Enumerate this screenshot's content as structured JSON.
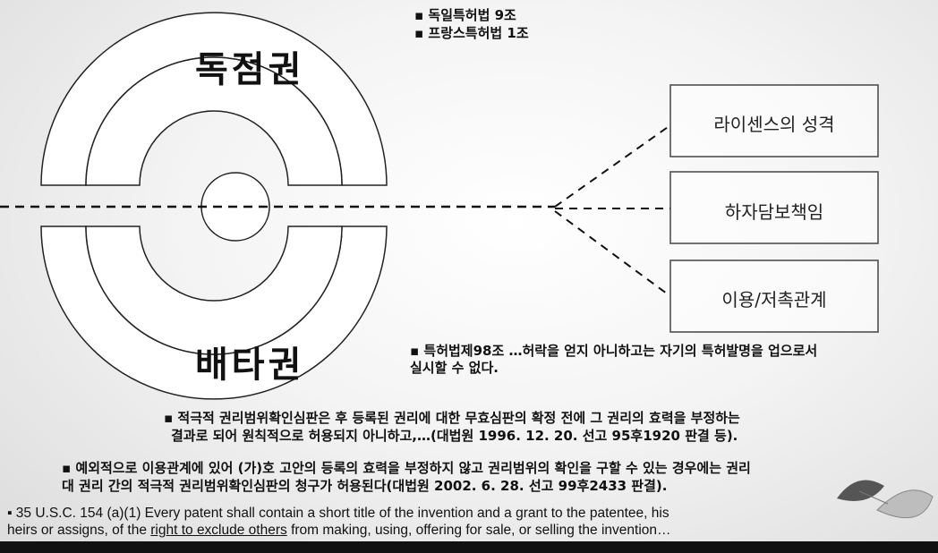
{
  "diagram": {
    "top_label": "독점권",
    "bottom_label": "배타권",
    "boxes": [
      {
        "label": "라이센스의 성격"
      },
      {
        "label": "하자담보책임"
      },
      {
        "label": "이용/저촉관계"
      }
    ]
  },
  "notes": {
    "top_bullets": [
      "▪ 독일특허법 9조",
      "▪ 프랑스특허법 1조"
    ],
    "art98_line1": "▪ 특허법제98조 …허락을 얻지 아니하고는 자기의 특허발명을 업으로서",
    "art98_line2": "실시할 수 없다.",
    "case1_line1": "▪ 적극적 권리범위확인심판은 후 등록된 권리에 대한 무효심판의 확정 전에 그 권리의 효력을 부정하는",
    "case1_line2": "결과로 되어 원칙적으로 허용되지 아니하고,…(대법원 1996. 12. 20. 선고 95후1920 판결 등).",
    "case2_line1": "▪ 예외적으로 이용관계에 있어 (가)호 고안의 등록의 효력을 부정하지 않고 권리범위의 확인을 구할 수 있는 경우에는 권리",
    "case2_line2": "대 권리 간의 적극적 권리범위확인심판의 청구가 허용된다(대법원 2002. 6. 28. 선고 99후2433 판결).",
    "usc_line1": "▪ 35 U.S.C. 154 (a)(1) Every patent shall contain a short title of the invention and a grant to the patentee, his",
    "usc_line2_pre": "heirs or assigns, of the ",
    "usc_line2_link": "right to exclude others",
    "usc_line2_post": " from making, using, offering for sale, or selling the invention…"
  }
}
